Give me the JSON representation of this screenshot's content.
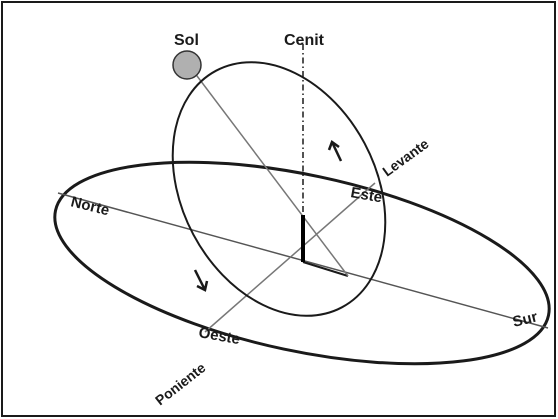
{
  "labels": {
    "sun": "Sol",
    "zenith": "Cenit",
    "north": "Norte",
    "south": "Sur",
    "east": "Este",
    "west": "Oeste",
    "sunrise": "Levante",
    "sunset": "Poniente"
  },
  "colors": {
    "line": "#1a1a1a",
    "ray": "#777777",
    "sun_fill": "#b0b0b0",
    "frame": "#1a1a1a"
  }
}
